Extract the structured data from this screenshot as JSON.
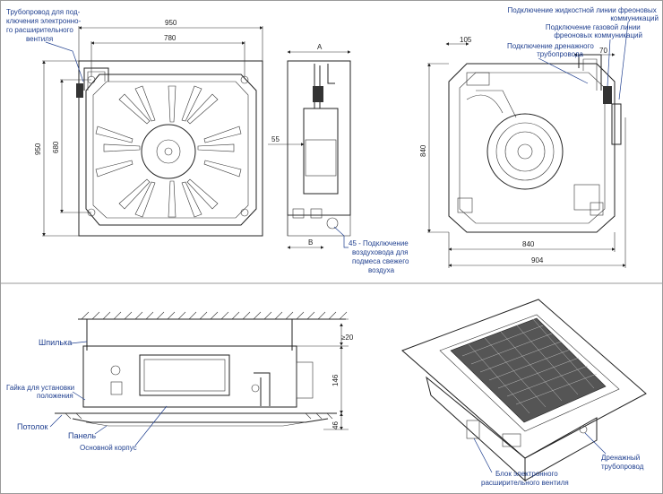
{
  "top_left": {
    "label_pipe": [
      "Трубопровод для под-",
      "ключения электронно-",
      "го расширительного",
      "вентиля"
    ],
    "dim_950_top": "950",
    "dim_780": "780",
    "dim_950_side": "950",
    "dim_680": "680"
  },
  "top_middle": {
    "dim_a": "A",
    "dim_55": "55",
    "dim_b": "B",
    "label_duct": [
      "45 - Подключение",
      "воздуховода для",
      "подмеса свежего",
      "воздуха"
    ]
  },
  "top_right": {
    "label_liquid": [
      "Подключение жидкостной линии фреоновых",
      "коммуникаций"
    ],
    "label_gas": [
      "Подключение газовой линии",
      "фреоновых коммуникаций"
    ],
    "label_drain": [
      "Подключение дренажного",
      "трубопровода"
    ],
    "dim_105": "105",
    "dim_70": "70",
    "dim_840_side": "840",
    "dim_840_bottom": "840",
    "dim_904": "904"
  },
  "bottom_left": {
    "label_stud": "Шпилька",
    "label_nut": [
      "Гайка для установки",
      "положения"
    ],
    "label_ceiling": "Потолок",
    "label_panel": "Панель",
    "label_body": "Основной корпус",
    "dim_20": "≥20",
    "dim_146": "146",
    "dim_46": "46"
  },
  "bottom_right": {
    "label_drain_pipe": [
      "Дренажный",
      "трубопровод"
    ],
    "label_valve_block": [
      "Блок электронного",
      "расширительного вентиля"
    ]
  }
}
